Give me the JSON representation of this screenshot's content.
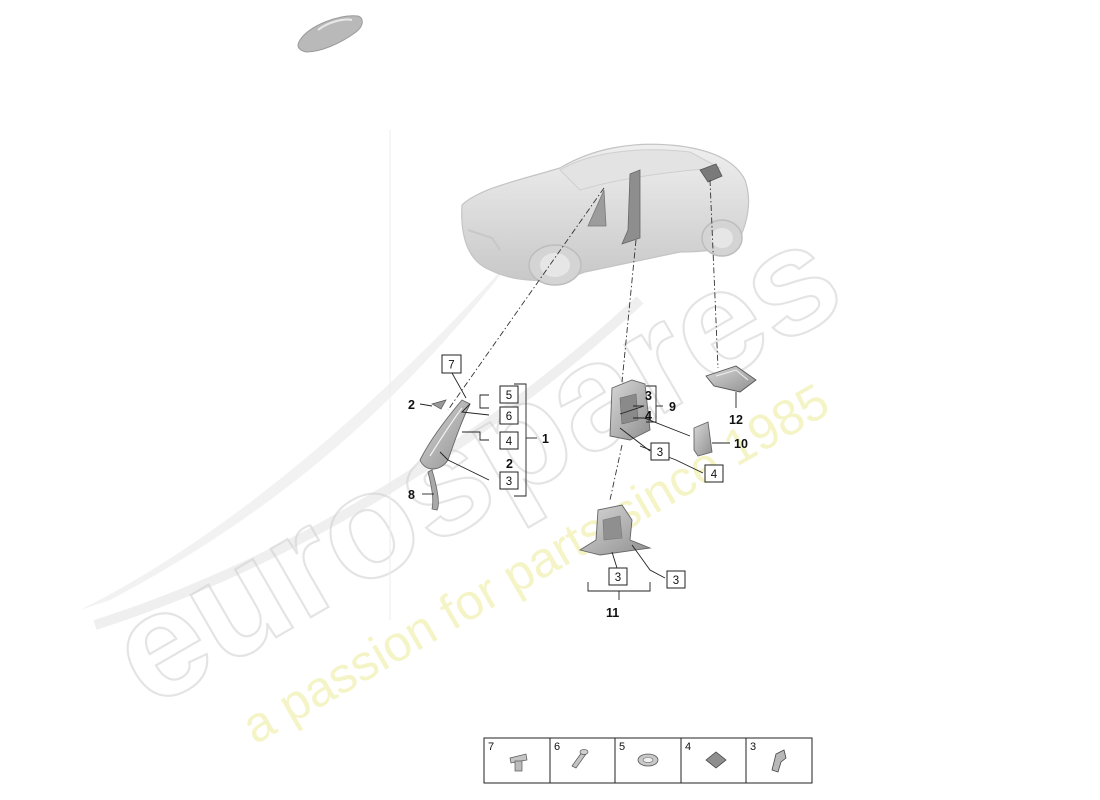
{
  "watermark": {
    "brand": "eurospares",
    "tagline": "a passion for parts since 1985"
  },
  "callouts": {
    "c1": "1",
    "c2a": "2",
    "c2b": "2",
    "c3": "3",
    "c4": "4",
    "c8": "8",
    "c9": "9",
    "c10": "10",
    "c11": "11",
    "c12": "12"
  },
  "boxes": {
    "b7": "7",
    "b5": "5",
    "b6": "6",
    "b4a": "4",
    "b3a": "3",
    "b3b": "3",
    "b4b": "4",
    "b3c": "3",
    "b3d": "3"
  },
  "fastener_table": {
    "cells": [
      {
        "number": "7",
        "icon": "rivet-icon"
      },
      {
        "number": "6",
        "icon": "pin-icon"
      },
      {
        "number": "5",
        "icon": "grommet-icon"
      },
      {
        "number": "4",
        "icon": "foam-pad-icon"
      },
      {
        "number": "3",
        "icon": "clip-icon"
      }
    ]
  },
  "colors": {
    "line": "#222222",
    "part_fill": "#b8b8b8",
    "car_fill": "#d9d9d9",
    "watermark_grey": "#cfcfcf",
    "watermark_yellow": "#ecec9a"
  }
}
